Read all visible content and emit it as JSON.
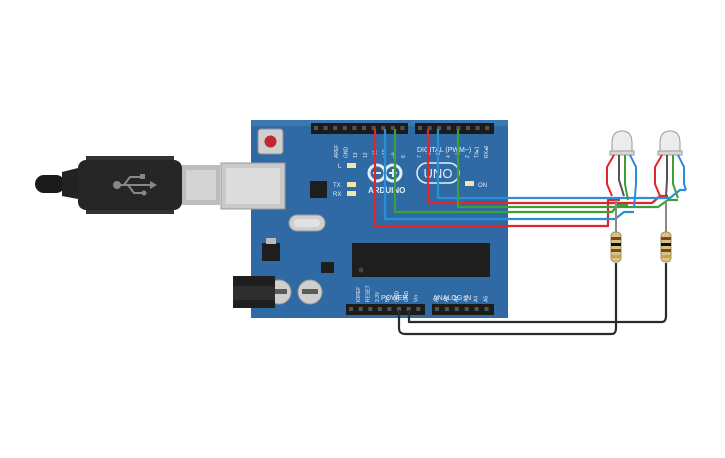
{
  "board": {
    "brand": "ARDUINO",
    "model": "UNO",
    "on_label": "ON",
    "digital_header_label": "DIGITAL (PWM~)",
    "power_label": "POWER",
    "analog_label": "ANALOG IN",
    "l_label": "L",
    "tx_label": "TX",
    "rx_label": "RX",
    "digital_pins": [
      "AREF",
      "GND",
      "13",
      "12",
      "~11",
      "~10",
      "~9",
      "8",
      "7",
      "~6",
      "~5",
      "4",
      "~3",
      "2",
      "TX▸1",
      "RX◂0"
    ],
    "power_pins": [
      "IOREF",
      "RESET",
      "3.3V",
      "5V",
      "GND",
      "GND",
      "Vin"
    ],
    "analog_pins": [
      "A0",
      "A1",
      "A2",
      "A3",
      "A4",
      "A5"
    ]
  },
  "colors": {
    "board": "#2f6aa5",
    "board_dark": "#1f4f80",
    "wire_red": "#e0262b",
    "wire_green": "#3aa03a",
    "wire_blue": "#2a8fd6",
    "wire_black": "#2b2b2b",
    "header": "#1c1c1c",
    "pcb_text": "#e8eef5"
  },
  "components": {
    "led_count": 2,
    "resistor_count": 2,
    "usb_cable": "usb-b-cable"
  }
}
